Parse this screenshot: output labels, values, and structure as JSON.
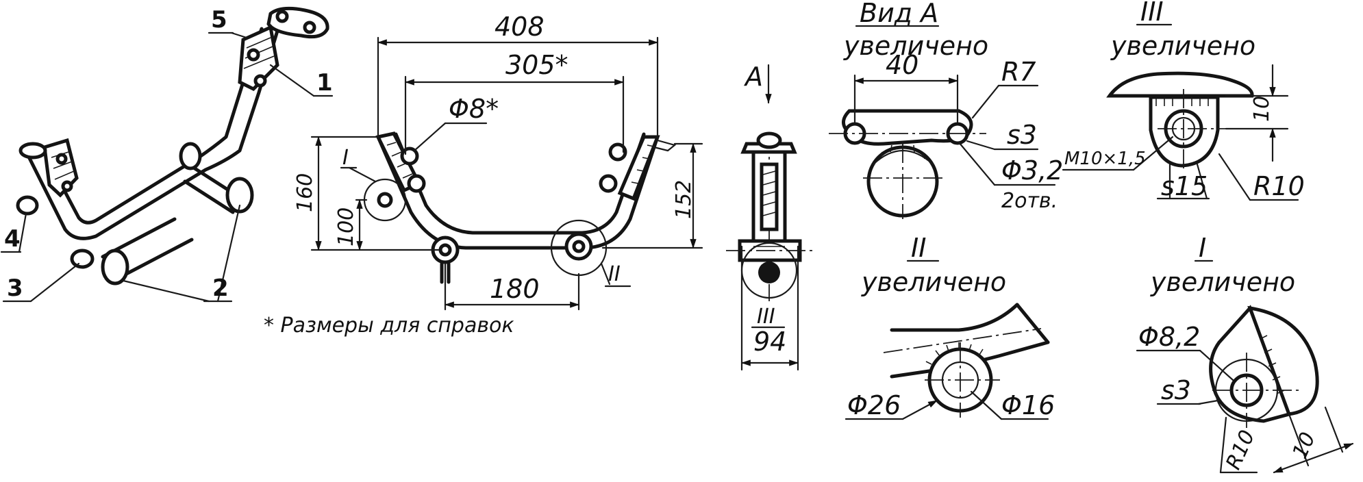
{
  "parts": [
    "1",
    "2",
    "3",
    "4",
    "5"
  ],
  "main_view": {
    "width_overall": "408",
    "width_ref": "305*",
    "hole_dia": "Φ8*",
    "height_left": "160",
    "height_lower": "100",
    "height_right": "152",
    "bottom_span": "180",
    "detail_I": "I",
    "detail_II": "II",
    "note": "* Размеры для справок"
  },
  "side_view": {
    "view_arrow": "A",
    "detail_III": "III",
    "width": "94"
  },
  "view_a": {
    "title": "Вид А",
    "subtitle": "увеличено",
    "spacing": "40",
    "radius": "R7",
    "thickness": "s3",
    "hole": "Φ3,2",
    "hole_count": "2отв."
  },
  "detail_iii": {
    "title": "III",
    "subtitle": "увеличено",
    "height": "10",
    "thread": "M10×1,5",
    "thickness": "s15",
    "radius": "R10"
  },
  "detail_ii": {
    "title": "II",
    "subtitle": "увеличено",
    "outer": "Φ26",
    "inner": "Φ16"
  },
  "detail_i": {
    "title": "I",
    "subtitle": "увеличено",
    "hole": "Φ8,2",
    "thickness": "s3",
    "radius": "R10",
    "length": "10"
  }
}
